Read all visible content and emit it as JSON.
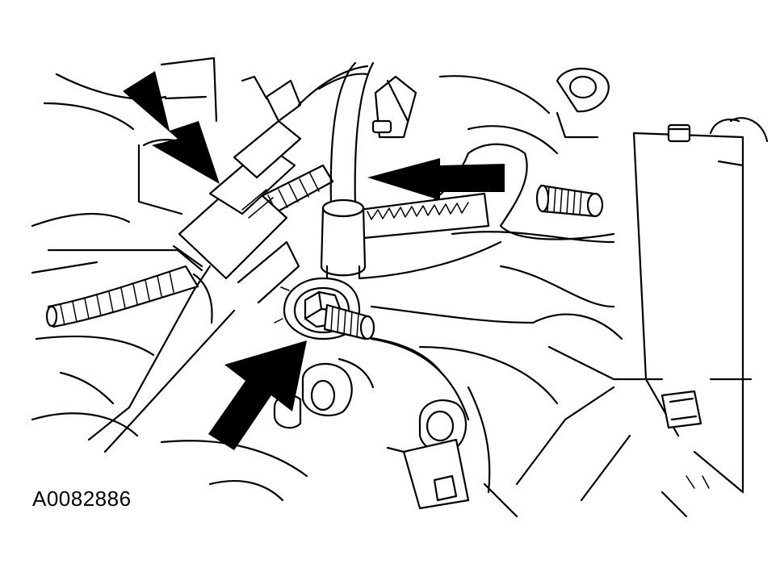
{
  "figure": {
    "id_label": "A0082886"
  },
  "colors": {
    "line": "#000000",
    "background": "#ffffff"
  },
  "callouts": [
    {
      "name": "arrow-upper-left",
      "direction": "down-right"
    },
    {
      "name": "arrow-right",
      "direction": "left"
    },
    {
      "name": "arrow-lower",
      "direction": "up-right"
    }
  ]
}
